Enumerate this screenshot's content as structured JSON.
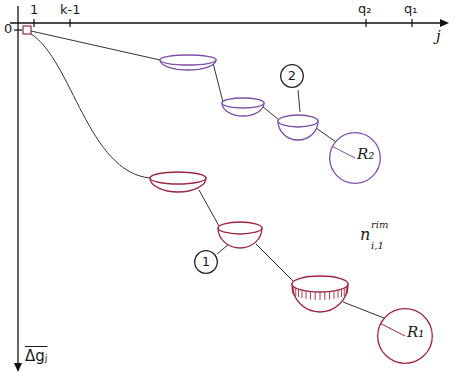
{
  "diagram": {
    "nodes": [
      {
        "text": [
          "2"
        ]
      },
      {
        "text": [
          "R₂"
        ]
      },
      {
        "text": [
          "1"
        ]
      },
      {
        "text": [
          "R₁"
        ]
      }
    ],
    "edges": [],
    "labels": [
      "0",
      "1",
      "k-1",
      "q₂",
      "q₁",
      "j",
      "Δgⱼ",
      "n",
      "rim",
      "i,1"
    ]
  }
}
